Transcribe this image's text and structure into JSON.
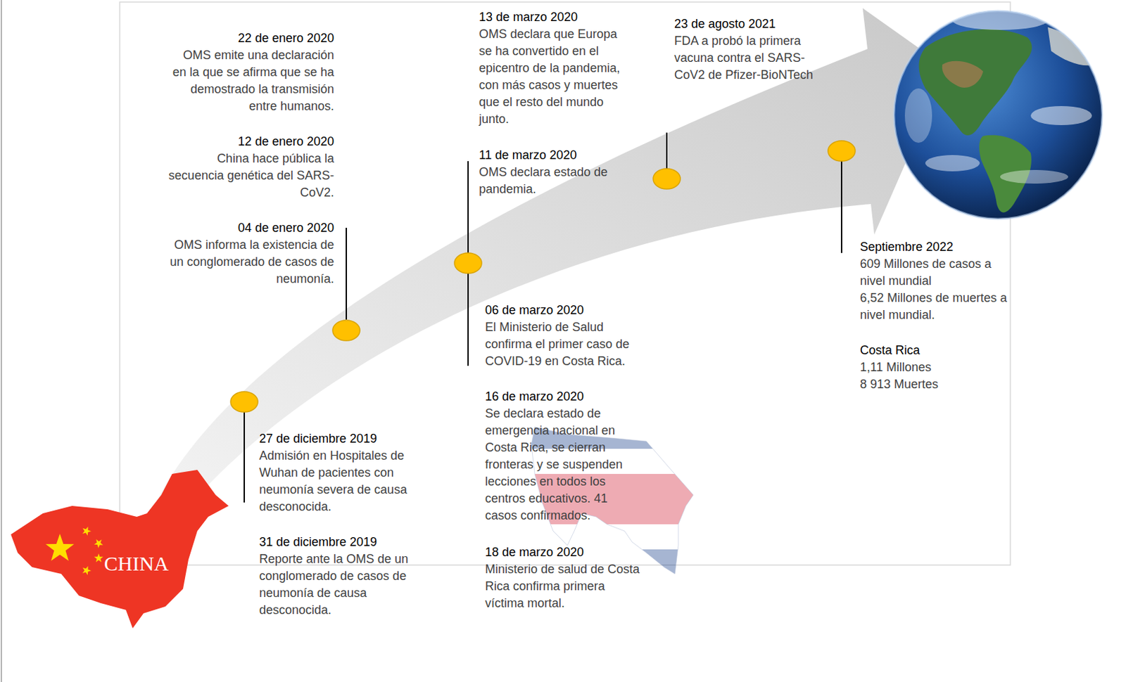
{
  "diagram": {
    "nodes": [
      {
        "text": [
          "CHINA"
        ]
      }
    ],
    "labels": [
      "22 de enero 2020",
      "OMS emite una declaración en la que se afirma que se ha demostrado la transmisión entre humanos.",
      "12 de enero 2020",
      "China hace pública la secuencia genética del SARS-CoV2.",
      "04 de enero 2020",
      "OMS informa la existencia de un conglomerado de casos de neumonía.",
      "27 de diciembre 2019",
      "Admisión en Hospitales de Wuhan de pacientes con neumonía severa de causa desconocida.",
      "31 de diciembre 2019",
      "Reporte ante la OMS de un conglomerado de casos de neumonía de causa desconocida.",
      "13 de marzo 2020",
      "OMS declara que Europa se ha convertido en el epicentro de la pandemia, con más casos y muertes que el resto del mundo junto.",
      "11 de marzo 2020",
      "OMS declara estado de pandemia.",
      "06 de marzo 2020",
      "El Ministerio de Salud confirma el primer caso de COVID-19 en Costa Rica.",
      "16 de marzo 2020",
      "Se declara estado de emergencia nacional en Costa Rica, se cierran fronteras y se suspenden lecciones en todos los centros educativos. 41 casos confirmados.",
      "18 de marzo 2020",
      "Ministerio de salud de Costa Rica confirma primera víctima mortal.",
      "23 de agosto 2021",
      "FDA a probó la primera vacuna contra el SARS-CoV2 de Pfizer-BioNTech",
      "Septiembre 2022",
      "609 Millones de casos a nivel mundial",
      "6,52 Millones de muertes a nivel mundial.",
      "Costa Rica",
      "1,11 Millones",
      "8 913 Muertes"
    ]
  }
}
